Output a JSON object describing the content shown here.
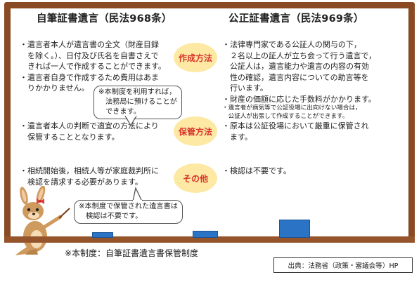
{
  "left_column": {
    "heading": "自筆証書遺言（民法968条）",
    "creation_lines": [
      "・遺言者本人が遺言書の全文（財産目録",
      "　を除く。）、日付及び氏名を自書さえで",
      "　きれば一人で作成することができます。",
      "・遺言者自身で作成するため費用はあま",
      "　りかかりません。"
    ],
    "storage_lines": [
      "・遺言者本人の判断で適宜の方法により",
      "　保管することとなります。"
    ],
    "other_lines": [
      "・相続開始後，相続人等が家庭裁判所に",
      "　検認を請求する必要があります。"
    ]
  },
  "right_column": {
    "heading": "公正証書遺言（民法969条）",
    "creation_lines": [
      "・法律専門家である公証人の関与の下，",
      "　２名以上の証人が立ち会って行う遺言で，",
      "　公証人は，遺言能力や遺言の内容の有効",
      "　性の確認，遺言内容についての助言等を",
      "　行います。",
      "・財産の価額に応じた手数料がかかります。"
    ],
    "creation_small_lines": [
      "・遺言者が病気等で公証役場に出向けない場合は，",
      "　公証人が出張して作成することができます。"
    ],
    "storage_lines": [
      "・原本は公証役場において厳重に保管され",
      "　ます。"
    ],
    "other_lines": [
      "・検認は不要です。"
    ]
  },
  "badges": {
    "creation": "作成方法",
    "storage": "保管方法",
    "other": "その他"
  },
  "bubbles": {
    "storage_note": [
      "※本制度を利用すれば，",
      "法務局に預けることが",
      "できます。"
    ],
    "inspection_note": [
      "※本制度で保管された遺言書は",
      "検認は不要です。"
    ]
  },
  "footnote": "※本制度：自筆証書遺言書保管制度",
  "source": "出典：法務省（政策・審議会等）HP",
  "colors": {
    "frame": "#8a4b24",
    "badge_fill": "#fde9a4",
    "badge_text": "#d9332a",
    "eraser": "#2b73c4"
  }
}
